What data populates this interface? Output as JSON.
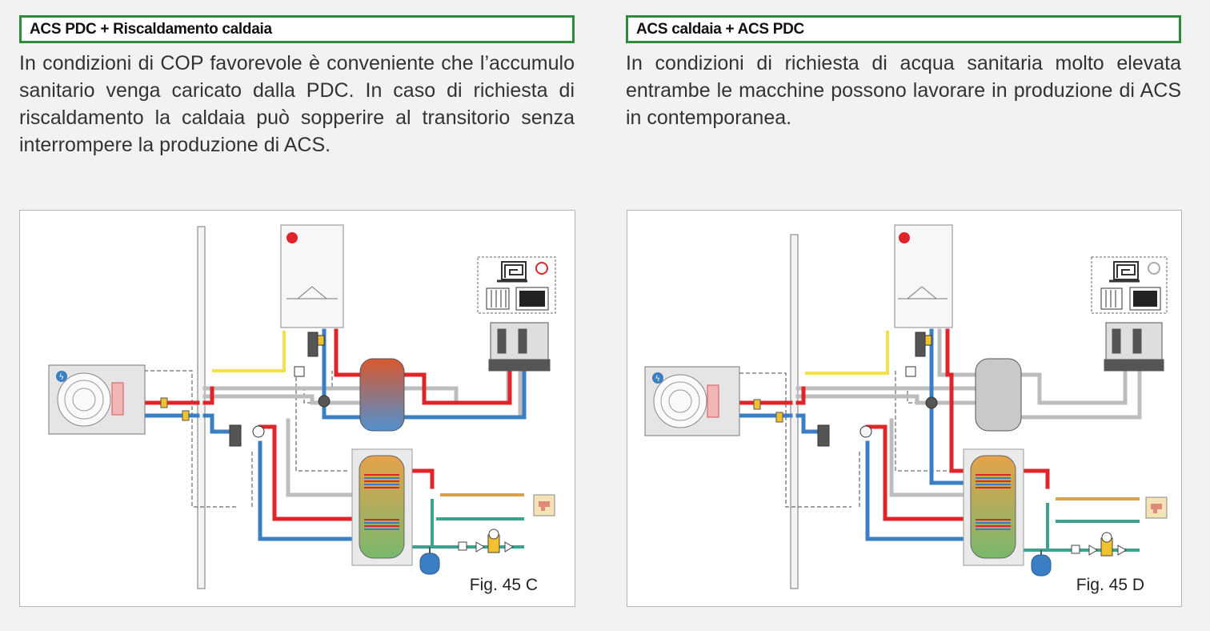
{
  "left": {
    "heading": "ACS PDC + Riscaldamento caldaia",
    "text": "In condizioni di COP favorevole è conveniente che l’accumulo sanitario venga caricato dalla PDC. In caso di richiesta di riscaldamento la caldaia può sopperire al transitorio senza interrompere la produzione di ACS.",
    "figure_label": "Fig. 45 C",
    "buffer_state": "heated"
  },
  "right": {
    "heading": "ACS caldaia + ACS PDC",
    "text": "In condizioni di richiesta di acqua sanitaria molto elevata entrambe le macchine possono lavorare in produzione di ACS in contemporanea.",
    "figure_label": "Fig. 45 D",
    "buffer_state": "idle"
  },
  "colors": {
    "hot": "#e0242a",
    "cold": "#3a7fc4",
    "gray": "#bdbdbd",
    "yellow": "#f3e14a",
    "sanitary": "#d9a14a",
    "green": "#3aa28e",
    "heading_border": "#2e8b3c"
  },
  "icons": [
    "heat-pump-icon",
    "boiler-flame-icon",
    "tap-icon",
    "radiant-floor-icon",
    "sun-icon",
    "radiator-icon",
    "expansion-vessel-icon"
  ]
}
